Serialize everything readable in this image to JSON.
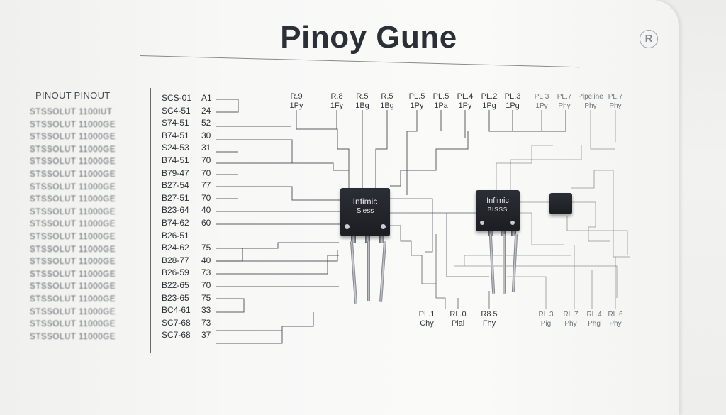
{
  "title": "Pinoy Gune",
  "logo_letter": "R",
  "left_column": {
    "heading": "PINOUT PINOUT",
    "rows": [
      "STSSOLUT 1100IUT",
      "STSSOLUT 11000GE",
      "STSSOLUT 11000GE",
      "STSSOLUT 11000GE",
      "STSSOLUT 11000GE",
      "STSSOLUT 11000GE",
      "STSSOLUT 11000GE",
      "STSSOLUT 11000GE",
      "STSSOLUT 11000GE",
      "STSSOLUT 11000GE",
      "STSSOLUT 11000GE",
      "STSSOLUT 11000GE",
      "STSSOLUT 11000GE",
      "STSSOLUT 11000GE",
      "STSSOLUT 11000GE",
      "STSSOLUT 11000GE",
      "STSSOLUT 11000GE",
      "STSSOLUT 11000GE",
      "STSSOLUT 11000GE"
    ]
  },
  "pins": [
    {
      "name": "SCS-01",
      "value": "A1"
    },
    {
      "name": "SC4-51",
      "value": "24"
    },
    {
      "name": "S74-51",
      "value": "52"
    },
    {
      "name": "B74-51",
      "value": "30"
    },
    {
      "name": "S24-53",
      "value": "31"
    },
    {
      "name": "B74-51",
      "value": "70"
    },
    {
      "name": "B79-47",
      "value": "70"
    },
    {
      "name": "B27-54",
      "value": "77"
    },
    {
      "name": "B27-51",
      "value": "70"
    },
    {
      "name": "B23-64",
      "value": "40"
    },
    {
      "name": "B74-62",
      "value": "60"
    },
    {
      "name": "B26-51",
      "value": ""
    },
    {
      "name": "B24-62",
      "value": "75"
    },
    {
      "name": "B28-77",
      "value": "40"
    },
    {
      "name": "B26-59",
      "value": "73"
    },
    {
      "name": "B22-65",
      "value": "70"
    },
    {
      "name": "B23-65",
      "value": "75"
    },
    {
      "name": "BC4-61",
      "value": "33"
    },
    {
      "name": "SC7-68",
      "value": "73"
    },
    {
      "name": "SC7-68",
      "value": "37"
    }
  ],
  "top_labels": [
    {
      "line1": "R.9",
      "line2": "1Py"
    },
    {
      "line1": "R.8",
      "line2": "1Fy"
    },
    {
      "line1": "R.5",
      "line2": "1Bg"
    },
    {
      "line1": "R.5",
      "line2": "1Bg"
    },
    {
      "line1": "PL.5",
      "line2": "1Py"
    },
    {
      "line1": "PL.5",
      "line2": "1Pa"
    },
    {
      "line1": "PL.4",
      "line2": "1Py"
    },
    {
      "line1": "PL.2",
      "line2": "1Pg"
    },
    {
      "line1": "PL.3",
      "line2": "1Pg"
    },
    {
      "line1": "PL.3",
      "line2": "1Py"
    },
    {
      "line1": "PL.7",
      "line2": "Phy"
    },
    {
      "line1": "Pipeline",
      "line2": "Phy"
    },
    {
      "line1": "PL.7",
      "line2": "Phy"
    }
  ],
  "bottom_labels": [
    {
      "line1": "PL.1",
      "line2": "Chy"
    },
    {
      "line1": "RL.0",
      "line2": "Pial"
    },
    {
      "line1": "R8.5",
      "line2": "Fhy"
    },
    {
      "line1": "RL.3",
      "line2": "Pig"
    },
    {
      "line1": "RL.7",
      "line2": "Phy"
    },
    {
      "line1": "RL.4",
      "line2": "Phg"
    },
    {
      "line1": "RL.6",
      "line2": "Phy"
    }
  ],
  "chips": [
    {
      "line1": "Infimic",
      "line2": "Sless"
    },
    {
      "line1": "Infimic",
      "line2": "BISSS"
    }
  ],
  "colors": {
    "ink": "#2e3136",
    "wire": "#3f4247",
    "chip_body": "#1f2126"
  }
}
